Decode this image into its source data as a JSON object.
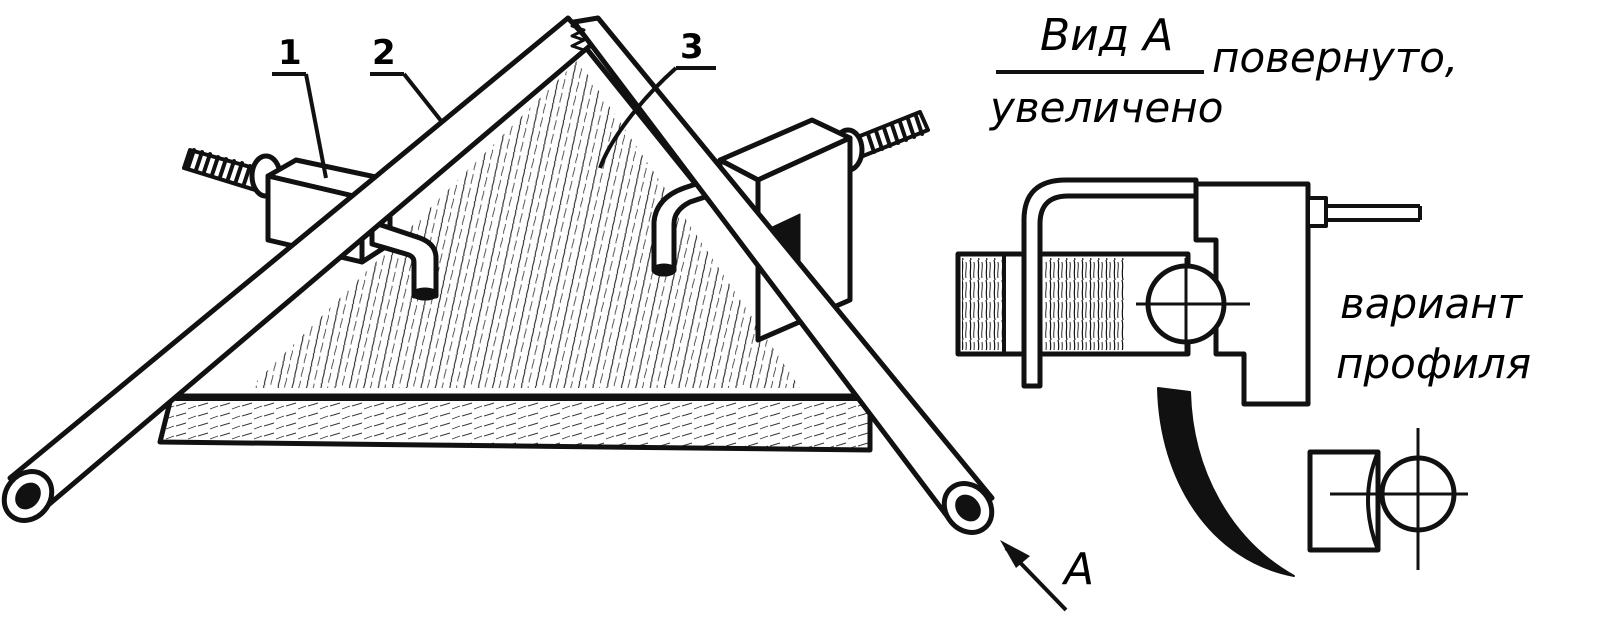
{
  "labels": {
    "part1": "1",
    "part2": "2",
    "part3": "3",
    "arrow_a": "A"
  },
  "view": {
    "title": "Вид А",
    "line1_rest": "повернуто,",
    "line2": "увеличено"
  },
  "variant": {
    "line1": "вариант",
    "line2": "профиля"
  },
  "colors": {
    "ink": "#111111",
    "paper": "#ffffff"
  }
}
